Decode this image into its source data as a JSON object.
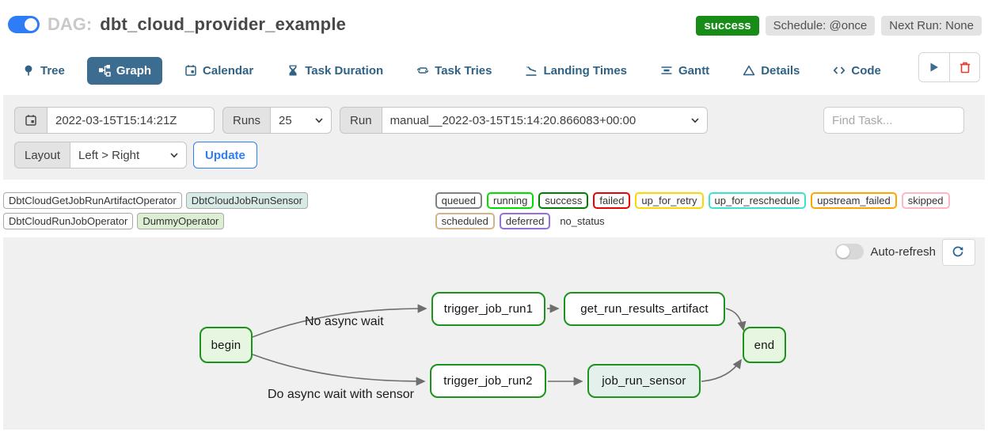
{
  "colors": {
    "accent_blue": "#2e7df6",
    "tab_blue": "#2f6284",
    "tab_active_bg": "#3c6c90",
    "success_green": "#178c17",
    "node_border_green": "#1c931c",
    "edge_gray": "#6e6e6e",
    "trash_red": "#e43d30"
  },
  "header": {
    "dag_prefix": "DAG:",
    "dag_title": "dbt_cloud_provider_example",
    "status_badge": "success",
    "schedule_badge": "Schedule: @once",
    "next_run_badge": "Next Run: None"
  },
  "tabs": [
    {
      "label": "Tree",
      "icon": "tree-icon",
      "active": false
    },
    {
      "label": "Graph",
      "icon": "graph-icon",
      "active": true
    },
    {
      "label": "Calendar",
      "icon": "calendar-icon",
      "active": false
    },
    {
      "label": "Task Duration",
      "icon": "hourglass-icon",
      "active": false
    },
    {
      "label": "Task Tries",
      "icon": "repeat-icon",
      "active": false
    },
    {
      "label": "Landing Times",
      "icon": "landing-icon",
      "active": false
    },
    {
      "label": "Gantt",
      "icon": "gantt-icon",
      "active": false
    },
    {
      "label": "Details",
      "icon": "triangle-icon",
      "active": false
    },
    {
      "label": "Code",
      "icon": "code-icon",
      "active": false
    }
  ],
  "actions": {
    "play": "play-icon",
    "delete": "trash-icon"
  },
  "filters": {
    "base_date": "2022-03-15T15:14:21Z",
    "runs_label": "Runs",
    "runs_value": "25",
    "run_label": "Run",
    "run_value": "manual__2022-03-15T15:14:20.866083+00:00",
    "find_task_placeholder": "Find Task...",
    "layout_label": "Layout",
    "layout_value": "Left > Right",
    "update_label": "Update"
  },
  "legend": {
    "operators": [
      {
        "label": "DbtCloudGetJobRunArtifactOperator",
        "fill": "#ffffff"
      },
      {
        "label": "DbtCloudJobRunSensor",
        "fill": "#d8eae5"
      },
      {
        "label": "DbtCloudRunJobOperator",
        "fill": "#ffffff"
      },
      {
        "label": "DummyOperator",
        "fill": "#dcefd3"
      }
    ],
    "states": [
      {
        "label": "queued",
        "color": "#808080"
      },
      {
        "label": "running",
        "color": "#00e000"
      },
      {
        "label": "success",
        "color": "#008000"
      },
      {
        "label": "failed",
        "color": "#ee0000"
      },
      {
        "label": "up_for_retry",
        "color": "#ffd700"
      },
      {
        "label": "up_for_reschedule",
        "color": "#40e0d0"
      },
      {
        "label": "upstream_failed",
        "color": "#ffa500"
      },
      {
        "label": "skipped",
        "color": "#ffb6c1"
      },
      {
        "label": "scheduled",
        "color": "#d2b48c"
      },
      {
        "label": "deferred",
        "color": "#9370db"
      },
      {
        "label": "no_status",
        "color": "none"
      }
    ]
  },
  "graph": {
    "auto_refresh_label": "Auto-refresh",
    "refresh_button": "refresh-icon",
    "nodes": [
      {
        "id": "begin",
        "label": "begin",
        "fill": "#e7f6e0"
      },
      {
        "id": "trigger_job_run1",
        "label": "trigger_job_run1",
        "fill": "#ffffff"
      },
      {
        "id": "get_run_results_artifact",
        "label": "get_run_results_artifact",
        "fill": "#ffffff"
      },
      {
        "id": "end",
        "label": "end",
        "fill": "#e7f6e0"
      },
      {
        "id": "trigger_job_run2",
        "label": "trigger_job_run2",
        "fill": "#ffffff"
      },
      {
        "id": "job_run_sensor",
        "label": "job_run_sensor",
        "fill": "#e3f0ec"
      }
    ],
    "edges": [
      {
        "from": "begin",
        "to": "trigger_job_run1",
        "label": "No async wait"
      },
      {
        "from": "begin",
        "to": "trigger_job_run2",
        "label": "Do async wait with sensor"
      },
      {
        "from": "trigger_job_run1",
        "to": "get_run_results_artifact",
        "label": ""
      },
      {
        "from": "get_run_results_artifact",
        "to": "end",
        "label": ""
      },
      {
        "from": "trigger_job_run2",
        "to": "job_run_sensor",
        "label": ""
      },
      {
        "from": "job_run_sensor",
        "to": "end",
        "label": ""
      }
    ]
  }
}
